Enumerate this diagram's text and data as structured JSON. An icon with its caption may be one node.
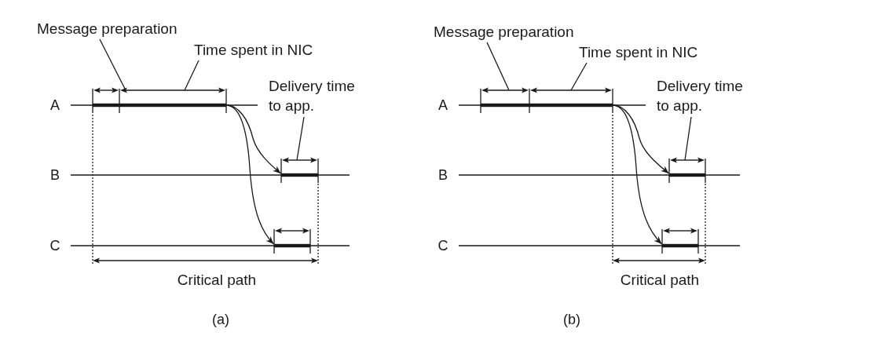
{
  "diagram": {
    "nodes": [
      {
        "text": [
          "Message preparation"
        ]
      },
      {
        "text": [
          "Time spent in NIC"
        ]
      },
      {
        "text": [
          "Delivery time to app."
        ]
      },
      {
        "text": [],
        "shape": "bar"
      },
      {
        "text": [],
        "shape": "bar"
      },
      {
        "text": [],
        "shape": "bar"
      },
      {
        "text": [],
        "shape": "bar"
      },
      {
        "text": [
          "Message preparation"
        ]
      },
      {
        "text": [
          "Time spent in NIC"
        ]
      },
      {
        "text": [
          "Delivery time to app."
        ]
      },
      {
        "text": [],
        "shape": "bar"
      },
      {
        "text": [],
        "shape": "bar"
      },
      {
        "text": [],
        "shape": "bar"
      },
      {
        "text": [],
        "shape": "bar"
      }
    ],
    "edges": [
      {
        "from": 0,
        "to": 3,
        "arrow": "none"
      },
      {
        "from": 1,
        "to": 4,
        "arrow": "none"
      },
      {
        "from": 2,
        "to": 5,
        "arrow": "none"
      },
      {
        "from": 4,
        "to": 5,
        "arrow": "to"
      },
      {
        "from": 4,
        "to": 6,
        "arrow": "to"
      },
      {
        "from": 7,
        "to": 10,
        "arrow": "none"
      },
      {
        "from": 8,
        "to": 11,
        "arrow": "none"
      },
      {
        "from": 9,
        "to": 12,
        "arrow": "none"
      },
      {
        "from": 11,
        "to": 12,
        "arrow": "to"
      },
      {
        "from": 11,
        "to": 13,
        "arrow": "to"
      }
    ],
    "labels": [
      "A",
      "B",
      "C",
      "Critical path",
      "(a)",
      "A",
      "B",
      "C",
      "Critical path",
      "(b)"
    ]
  }
}
